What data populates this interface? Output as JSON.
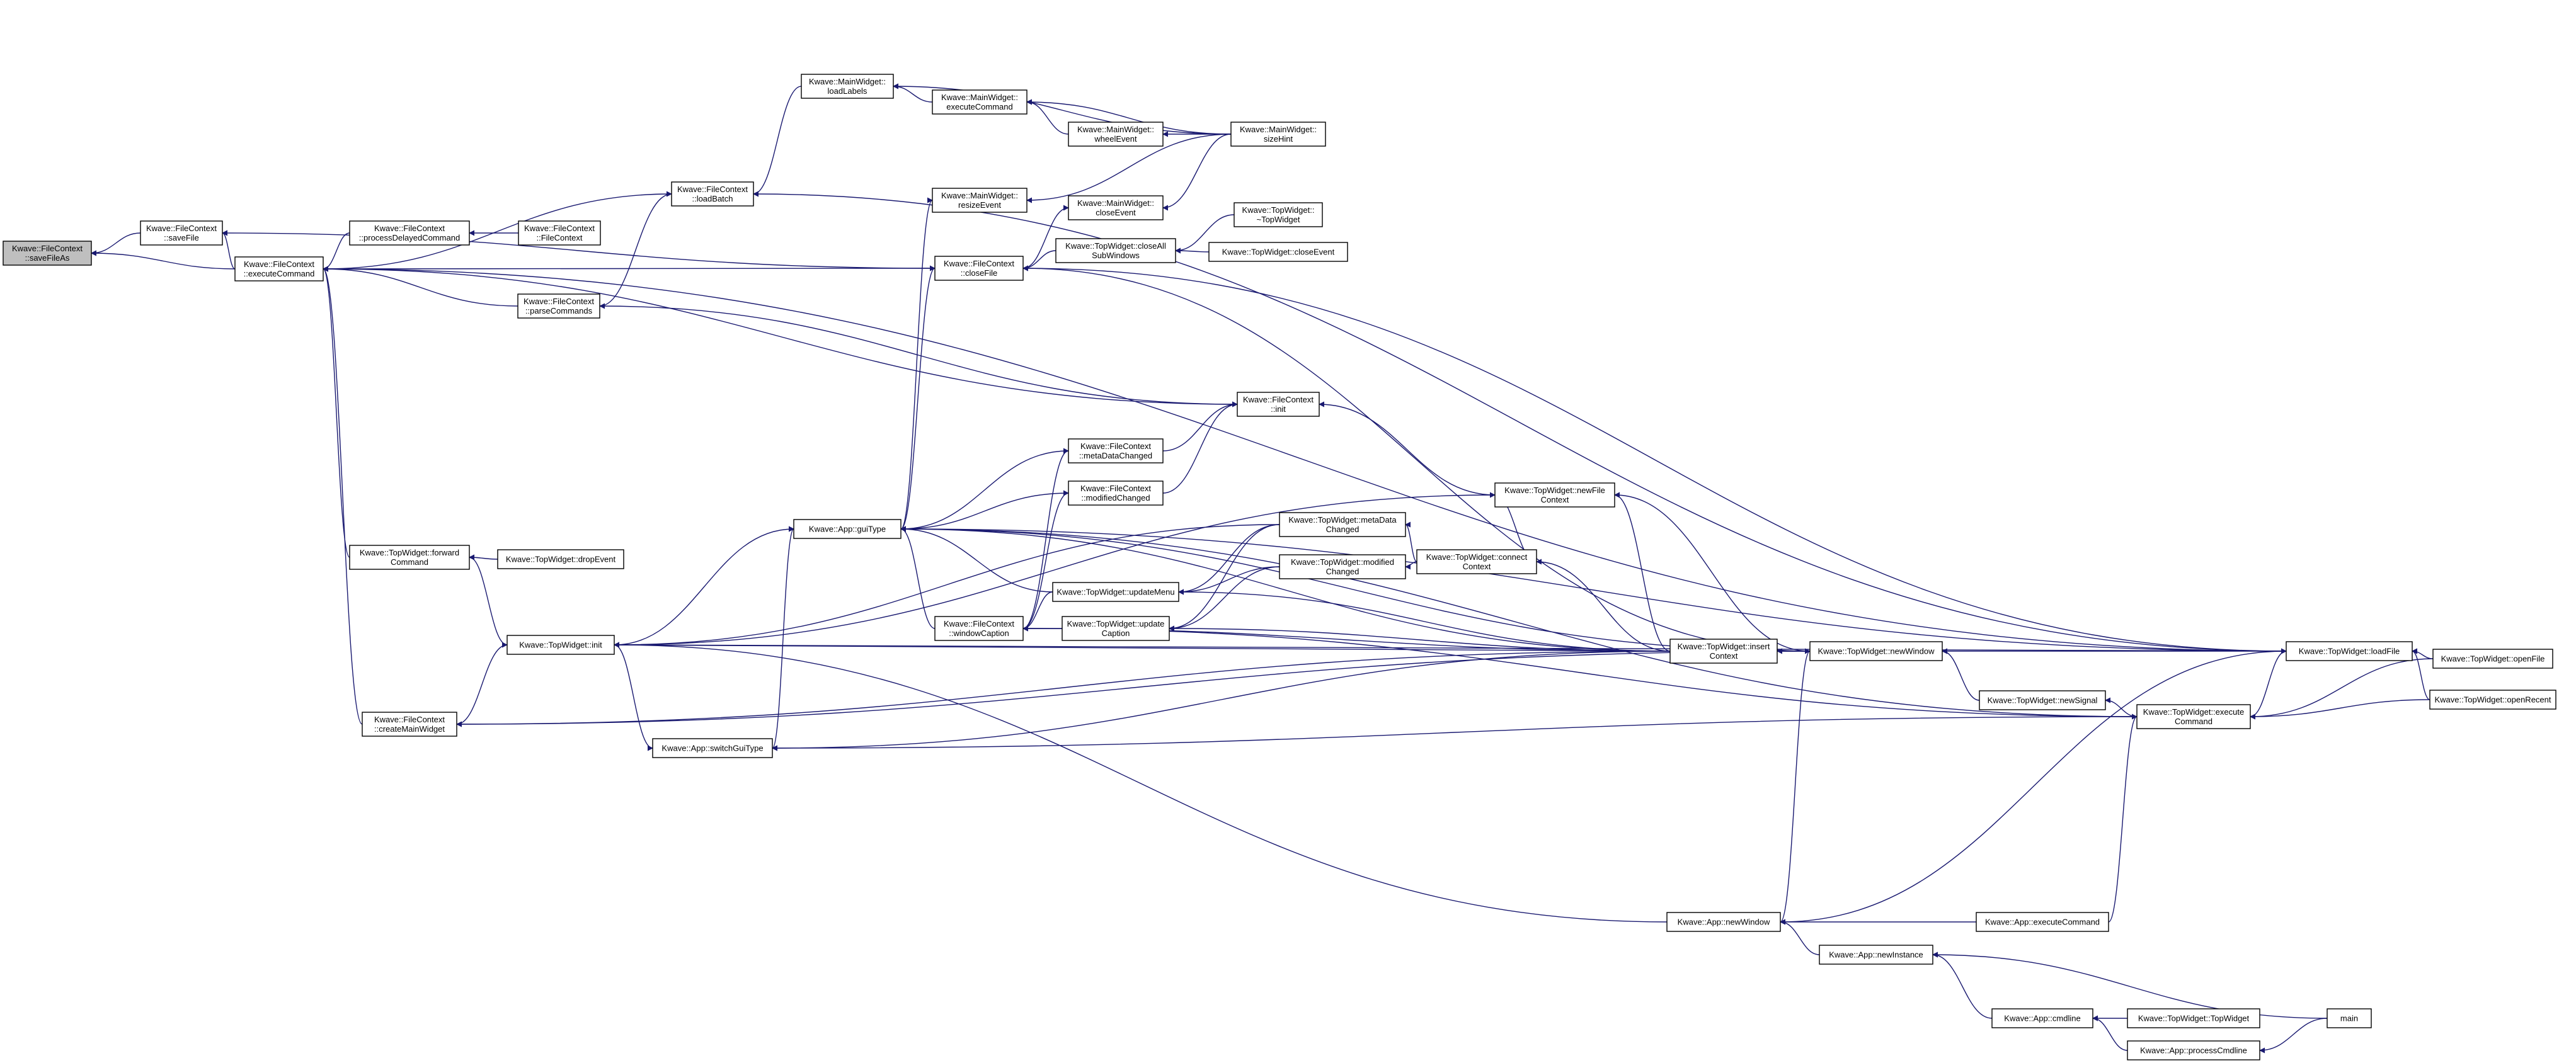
{
  "diagram": {
    "type": "call-graph",
    "edge_color": "#191970",
    "highlight_color": "#bfbfbf",
    "nodes": [
      {
        "id": "saveFileAs",
        "lines": [
          "Kwave::FileContext",
          "::saveFileAs"
        ],
        "highlight": true
      },
      {
        "id": "saveFile",
        "lines": [
          "Kwave::FileContext",
          "::saveFile"
        ]
      },
      {
        "id": "executeCommand",
        "lines": [
          "Kwave::FileContext",
          "::executeCommand"
        ]
      },
      {
        "id": "processDelayedCommand",
        "lines": [
          "Kwave::FileContext",
          "::processDelayedCommand"
        ]
      },
      {
        "id": "fcCtor",
        "lines": [
          "Kwave::FileContext",
          "::FileContext"
        ]
      },
      {
        "id": "loadBatch",
        "lines": [
          "Kwave::FileContext",
          "::loadBatch"
        ]
      },
      {
        "id": "parseCommands",
        "lines": [
          "Kwave::FileContext",
          "::parseCommands"
        ]
      },
      {
        "id": "mwLoadLabels",
        "lines": [
          "Kwave::MainWidget::",
          "loadLabels"
        ]
      },
      {
        "id": "mwExecuteCommand",
        "lines": [
          "Kwave::MainWidget::",
          "executeCommand"
        ]
      },
      {
        "id": "mwWheelEvent",
        "lines": [
          "Kwave::MainWidget::",
          "wheelEvent"
        ]
      },
      {
        "id": "mwSizeHint",
        "lines": [
          "Kwave::MainWidget::",
          "sizeHint"
        ]
      },
      {
        "id": "mwResizeEvent",
        "lines": [
          "Kwave::MainWidget::",
          "resizeEvent"
        ]
      },
      {
        "id": "mwCloseEvent",
        "lines": [
          "Kwave::MainWidget::",
          "closeEvent"
        ]
      },
      {
        "id": "closeFile",
        "lines": [
          "Kwave::FileContext",
          "::closeFile"
        ]
      },
      {
        "id": "twCloseAll",
        "lines": [
          "Kwave::TopWidget::closeAll",
          "SubWindows"
        ]
      },
      {
        "id": "twDtor",
        "lines": [
          "Kwave::TopWidget::",
          "~TopWidget"
        ]
      },
      {
        "id": "twCloseEvent",
        "lines": [
          "Kwave::TopWidget::closeEvent"
        ]
      },
      {
        "id": "fcInit",
        "lines": [
          "Kwave::FileContext",
          "::init"
        ]
      },
      {
        "id": "metaDataChanged",
        "lines": [
          "Kwave::FileContext",
          "::metaDataChanged"
        ]
      },
      {
        "id": "modifiedChanged",
        "lines": [
          "Kwave::FileContext",
          "::modifiedChanged"
        ]
      },
      {
        "id": "guiType",
        "lines": [
          "Kwave::App::guiType"
        ]
      },
      {
        "id": "twNewFileContext",
        "lines": [
          "Kwave::TopWidget::newFile",
          "Context"
        ]
      },
      {
        "id": "twMetaDataChanged",
        "lines": [
          "Kwave::TopWidget::metaData",
          "Changed"
        ]
      },
      {
        "id": "twModifiedChanged",
        "lines": [
          "Kwave::TopWidget::modified",
          "Changed"
        ]
      },
      {
        "id": "twConnectContext",
        "lines": [
          "Kwave::TopWidget::connect",
          "Context"
        ]
      },
      {
        "id": "twUpdateMenu",
        "lines": [
          "Kwave::TopWidget::updateMenu"
        ]
      },
      {
        "id": "twUpdateCaption",
        "lines": [
          "Kwave::TopWidget::update",
          "Caption"
        ]
      },
      {
        "id": "windowCaption",
        "lines": [
          "Kwave::FileContext",
          "::windowCaption"
        ]
      },
      {
        "id": "twForwardCommand",
        "lines": [
          "Kwave::TopWidget::forward",
          "Command"
        ]
      },
      {
        "id": "twDropEvent",
        "lines": [
          "Kwave::TopWidget::dropEvent"
        ]
      },
      {
        "id": "twInit",
        "lines": [
          "Kwave::TopWidget::init"
        ]
      },
      {
        "id": "twInsertContext",
        "lines": [
          "Kwave::TopWidget::insert",
          "Context"
        ]
      },
      {
        "id": "twNewWindow",
        "lines": [
          "Kwave::TopWidget::newWindow"
        ]
      },
      {
        "id": "twLoadFile",
        "lines": [
          "Kwave::TopWidget::loadFile"
        ]
      },
      {
        "id": "twOpenFile",
        "lines": [
          "Kwave::TopWidget::openFile"
        ]
      },
      {
        "id": "twOpenRecent",
        "lines": [
          "Kwave::TopWidget::openRecent"
        ]
      },
      {
        "id": "twNewSignal",
        "lines": [
          "Kwave::TopWidget::newSignal"
        ]
      },
      {
        "id": "twExecuteCommand",
        "lines": [
          "Kwave::TopWidget::execute",
          "Command"
        ]
      },
      {
        "id": "createMainWidget",
        "lines": [
          "Kwave::FileContext",
          "::createMainWidget"
        ]
      },
      {
        "id": "switchGuiType",
        "lines": [
          "Kwave::App::switchGuiType"
        ]
      },
      {
        "id": "appNewWindow",
        "lines": [
          "Kwave::App::newWindow"
        ]
      },
      {
        "id": "appExecuteCommand",
        "lines": [
          "Kwave::App::executeCommand"
        ]
      },
      {
        "id": "appNewInstance",
        "lines": [
          "Kwave::App::newInstance"
        ]
      },
      {
        "id": "appCmdline",
        "lines": [
          "Kwave::App::cmdline"
        ]
      },
      {
        "id": "twCtor",
        "lines": [
          "Kwave::TopWidget::TopWidget"
        ]
      },
      {
        "id": "appProcessCmdline",
        "lines": [
          "Kwave::App::processCmdline"
        ]
      },
      {
        "id": "main",
        "lines": [
          "main"
        ]
      }
    ],
    "edges": [
      [
        "saveFile",
        "saveFileAs"
      ],
      [
        "executeCommand",
        "saveFileAs"
      ],
      [
        "executeCommand",
        "saveFile"
      ],
      [
        "closeFile",
        "saveFile"
      ],
      [
        "twLoadFile",
        "executeCommand"
      ],
      [
        "processDelayedCommand",
        "executeCommand"
      ],
      [
        "loadBatch",
        "executeCommand"
      ],
      [
        "closeFile",
        "executeCommand"
      ],
      [
        "parseCommands",
        "executeCommand"
      ],
      [
        "fcInit",
        "executeCommand"
      ],
      [
        "twForwardCommand",
        "executeCommand"
      ],
      [
        "createMainWidget",
        "executeCommand"
      ],
      [
        "fcCtor",
        "processDelayedCommand"
      ],
      [
        "mwLoadLabels",
        "loadBatch"
      ],
      [
        "twLoadFile",
        "loadBatch"
      ],
      [
        "parseCommands",
        "loadBatch"
      ],
      [
        "fcInit",
        "parseCommands"
      ],
      [
        "mwExecuteCommand",
        "mwLoadLabels"
      ],
      [
        "mwSizeHint",
        "mwLoadLabels"
      ],
      [
        "mwWheelEvent",
        "mwExecuteCommand"
      ],
      [
        "mwSizeHint",
        "mwExecuteCommand"
      ],
      [
        "mwSizeHint",
        "mwWheelEvent"
      ],
      [
        "mwSizeHint",
        "mwResizeEvent"
      ],
      [
        "guiType",
        "mwResizeEvent"
      ],
      [
        "mwSizeHint",
        "mwCloseEvent"
      ],
      [
        "closeFile",
        "mwCloseEvent"
      ],
      [
        "twCloseAll",
        "closeFile"
      ],
      [
        "twLoadFile",
        "closeFile"
      ],
      [
        "twNewWindow",
        "closeFile"
      ],
      [
        "guiType",
        "closeFile"
      ],
      [
        "twDtor",
        "twCloseAll"
      ],
      [
        "twCloseEvent",
        "twCloseAll"
      ],
      [
        "twNewFileContext",
        "fcInit"
      ],
      [
        "metaDataChanged",
        "fcInit"
      ],
      [
        "modifiedChanged",
        "fcInit"
      ],
      [
        "metaDataChanged",
        "guiType"
      ],
      [
        "modifiedChanged",
        "guiType"
      ],
      [
        "twLoadFile",
        "guiType"
      ],
      [
        "twNewWindow",
        "guiType"
      ],
      [
        "windowCaption",
        "guiType"
      ],
      [
        "twUpdateMenu",
        "guiType"
      ],
      [
        "twInit",
        "guiType"
      ],
      [
        "switchGuiType",
        "guiType"
      ],
      [
        "twInsertContext",
        "guiType"
      ],
      [
        "twExecuteCommand",
        "guiType"
      ],
      [
        "windowCaption",
        "metaDataChanged"
      ],
      [
        "windowCaption",
        "modifiedChanged"
      ],
      [
        "twUpdateMenu",
        "windowCaption"
      ],
      [
        "twUpdateCaption",
        "windowCaption"
      ],
      [
        "twInsertContext",
        "windowCaption"
      ],
      [
        "twExecuteCommand",
        "windowCaption"
      ],
      [
        "twConnectContext",
        "twNewFileContext"
      ],
      [
        "twInsertContext",
        "twNewFileContext"
      ],
      [
        "twNewWindow",
        "twNewFileContext"
      ],
      [
        "twInit",
        "twNewFileContext"
      ],
      [
        "twConnectContext",
        "twMetaDataChanged"
      ],
      [
        "twConnectContext",
        "twModifiedChanged"
      ],
      [
        "twInsertContext",
        "twConnectContext"
      ],
      [
        "twMetaDataChanged",
        "twUpdateMenu"
      ],
      [
        "twModifiedChanged",
        "twUpdateMenu"
      ],
      [
        "twInsertContext",
        "twUpdateMenu"
      ],
      [
        "twMetaDataChanged",
        "twUpdateCaption"
      ],
      [
        "twModifiedChanged",
        "twUpdateCaption"
      ],
      [
        "twInsertContext",
        "twUpdateCaption"
      ],
      [
        "twDropEvent",
        "twForwardCommand"
      ],
      [
        "twInit",
        "twForwardCommand"
      ],
      [
        "createMainWidget",
        "twInit"
      ],
      [
        "twInsertContext",
        "twInit"
      ],
      [
        "appNewWindow",
        "twInit"
      ],
      [
        "twLoadFile",
        "twInit"
      ],
      [
        "twMetaDataChanged",
        "twInit"
      ],
      [
        "twInit",
        "switchGuiType"
      ],
      [
        "twInsertContext",
        "switchGuiType"
      ],
      [
        "twExecuteCommand",
        "switchGuiType"
      ],
      [
        "twNewWindow",
        "twInsertContext"
      ],
      [
        "twLoadFile",
        "twNewWindow"
      ],
      [
        "twNewSignal",
        "twNewWindow"
      ],
      [
        "appNewWindow",
        "twNewWindow"
      ],
      [
        "twOpenFile",
        "twLoadFile"
      ],
      [
        "twOpenRecent",
        "twLoadFile"
      ],
      [
        "twExecuteCommand",
        "twLoadFile"
      ],
      [
        "appNewWindow",
        "twLoadFile"
      ],
      [
        "twExecuteCommand",
        "twNewSignal"
      ],
      [
        "twOpenFile",
        "twExecuteCommand"
      ],
      [
        "twOpenRecent",
        "twExecuteCommand"
      ],
      [
        "appExecuteCommand",
        "twExecuteCommand"
      ],
      [
        "twInsertContext",
        "createMainWidget"
      ],
      [
        "twNewWindow",
        "createMainWidget"
      ],
      [
        "appExecuteCommand",
        "appNewWindow"
      ],
      [
        "appNewInstance",
        "appNewWindow"
      ],
      [
        "appCmdline",
        "appNewInstance"
      ],
      [
        "main",
        "appNewInstance"
      ],
      [
        "twCtor",
        "appCmdline"
      ],
      [
        "appProcessCmdline",
        "appCmdline"
      ],
      [
        "main",
        "appProcessCmdline"
      ]
    ]
  }
}
